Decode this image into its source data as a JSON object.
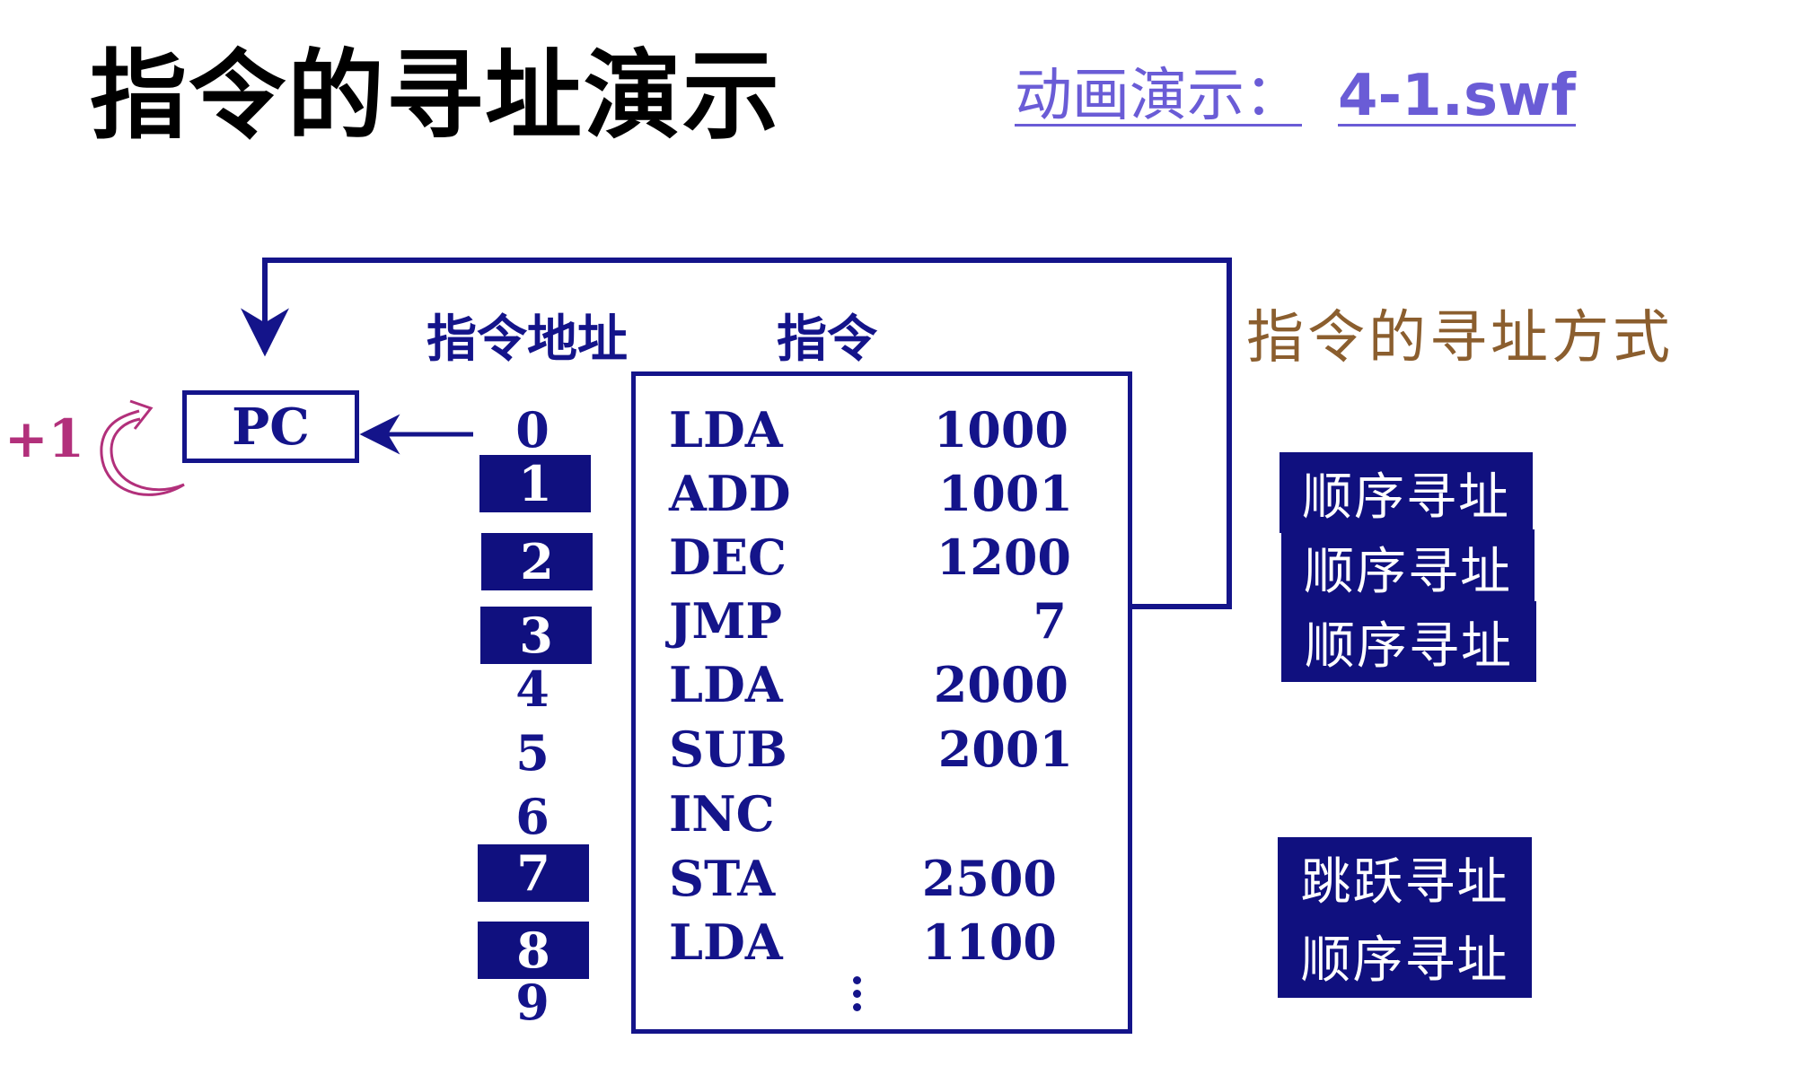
{
  "title": "指令的寻址演示",
  "animation_link": {
    "label": "动画演示：",
    "filename": "4-1.swf"
  },
  "headers": {
    "address": "指令地址",
    "instruction": "指令",
    "addressing_modes": "指令的寻址方式"
  },
  "pc": {
    "label": "PC",
    "increment": "+1"
  },
  "addresses": [
    {
      "label": "0",
      "highlighted": false
    },
    {
      "label": "1",
      "highlighted": true
    },
    {
      "label": "2",
      "highlighted": true
    },
    {
      "label": "3",
      "highlighted": true
    },
    {
      "label": "4",
      "highlighted": false
    },
    {
      "label": "5",
      "highlighted": false
    },
    {
      "label": "6",
      "highlighted": false
    },
    {
      "label": "7",
      "highlighted": true
    },
    {
      "label": "8",
      "highlighted": true
    },
    {
      "label": "9",
      "highlighted": false
    }
  ],
  "instructions": [
    {
      "op": "LDA",
      "arg": "1000"
    },
    {
      "op": "ADD",
      "arg": "1001"
    },
    {
      "op": "DEC",
      "arg": "1200"
    },
    {
      "op": "JMP",
      "arg": "7"
    },
    {
      "op": "LDA",
      "arg": "2000"
    },
    {
      "op": "SUB",
      "arg": "2001"
    },
    {
      "op": "INC",
      "arg": ""
    },
    {
      "op": "STA",
      "arg": "2500"
    },
    {
      "op": "LDA",
      "arg": "1100"
    }
  ],
  "modes": [
    "顺序寻址",
    "顺序寻址",
    "顺序寻址",
    "跳跃寻址",
    "顺序寻址"
  ],
  "colors": {
    "navy": "#14148a",
    "badge": "#10107f",
    "link": "#6a5cd6",
    "modes_title": "#8b5e2e",
    "increment": "#b2307b"
  },
  "icons": {
    "increment_arrow": "curved-arrow-icon",
    "ellipsis": "vertical-ellipsis-icon"
  }
}
